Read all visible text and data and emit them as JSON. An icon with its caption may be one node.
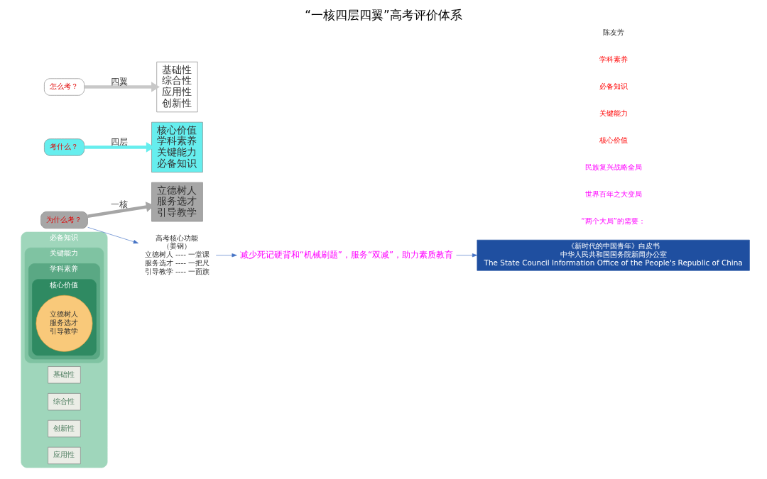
{
  "diagram": {
    "title": "“一核四层四翼”高考评价体系",
    "nodes": [
      {
        "text": [
          "必备知识"
        ]
      },
      {
        "text": [
          "关键能力"
        ],
        "in": 0
      },
      {
        "text": [
          "学科素养"
        ],
        "in": 1
      },
      {
        "text": [
          "核心价值"
        ],
        "in": 2
      },
      {
        "text": [
          "立德树人",
          "服务选才",
          "引导教学"
        ],
        "in": 3
      },
      {
        "text": [
          "基础性"
        ],
        "in": 0
      },
      {
        "text": [
          "综合性"
        ],
        "in": 0
      },
      {
        "text": [
          "创新性"
        ],
        "in": 0
      },
      {
        "text": [
          "应用性"
        ],
        "in": 0
      },
      {
        "text": [
          "为什么考？"
        ]
      },
      {
        "text": [
          "立德树人",
          "服务选才",
          "引导教学"
        ]
      },
      {
        "text": [
          "考什么？"
        ]
      },
      {
        "text": [
          "核心价值",
          "学科素养",
          "关键能力",
          "必备知识"
        ]
      },
      {
        "text": [
          "怎么考？"
        ]
      },
      {
        "text": [
          "基础性",
          "综合性",
          "应用性",
          "创新性"
        ]
      },
      {
        "text": [
          "高考核心功能",
          "（姜钢）",
          "立德树人 ---- 一堂课",
          "服务选才 ---- 一把尺",
          "引导教学 ---- 一面旗"
        ]
      },
      {
        "text": [
          "减少死记硬背和“机械刷题”，服务“双减”，助力素质教育"
        ]
      },
      {
        "text": [
          "《新时代的中国青年》白皮书",
          "中华人民共和国国务院新闻办公室",
          "The State Council Information Office of the People's Republic of China"
        ]
      }
    ],
    "edges": [
      {
        "from": 9,
        "to": 10,
        "arrow": "to",
        "label": "一核",
        "style": "thick",
        "color": "#a6a6a6"
      },
      {
        "from": 11,
        "to": 12,
        "arrow": "to",
        "label": "四层",
        "style": "thick",
        "color": "#66eeee"
      },
      {
        "from": 13,
        "to": 14,
        "arrow": "to",
        "label": "四翼",
        "style": "thick",
        "color": "#c8c8c8"
      },
      {
        "from": 9,
        "to": 15,
        "arrow": "to",
        "color": "#4472c4"
      },
      {
        "from": 15,
        "to": 16,
        "arrow": "to",
        "color": "#4472c4"
      },
      {
        "from": 16,
        "to": 17,
        "arrow": "to",
        "color": "#4472c4"
      }
    ],
    "labels": [
      "“两个大局”的需要：",
      "世界百年之大变局",
      "民族复兴战略全局",
      "核心价值",
      "关键能力",
      "必备知识",
      "学科素养",
      "陈友芳"
    ]
  }
}
